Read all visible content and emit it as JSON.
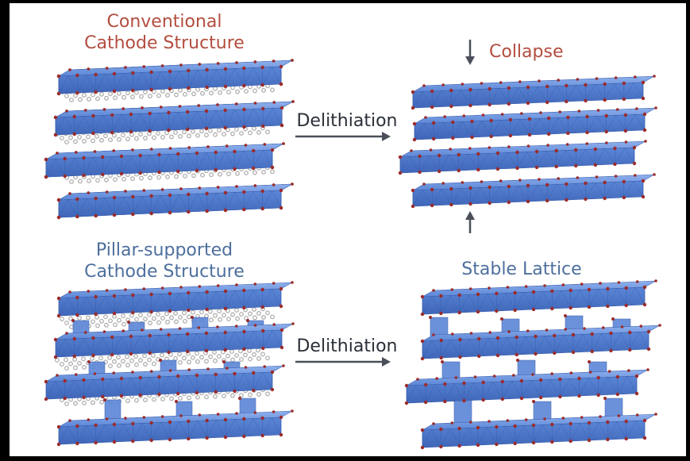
{
  "labels": {
    "conventional_title_line1": "Conventional",
    "conventional_title_line2": "Cathode Structure",
    "pillar_title_line1": "Pillar-supported",
    "pillar_title_line2": "Cathode Structure",
    "stable_title": "Stable Lattice",
    "collapse": "Collapse",
    "delithiation_top": "Delithiation",
    "delithiation_bottom": "Delithiation"
  },
  "colors": {
    "slab_fill": "#5b86d6",
    "slab_dark": "#3f66b8",
    "oxygen": "#9b2b2b",
    "lithium": "#a9a9a9",
    "arrow": "#4a4f5a",
    "conventional_title": "#b34d3f",
    "pillar_title": "#4d6f9e"
  }
}
